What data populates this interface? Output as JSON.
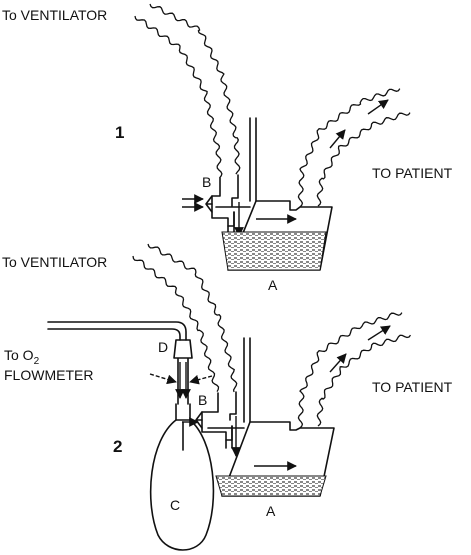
{
  "panel1": {
    "number": "1",
    "to_ventilator": "To VENTILATOR",
    "to_patient": "TO PATIENT",
    "valve_label": "B",
    "reservoir_label": "A"
  },
  "panel2": {
    "number": "2",
    "to_ventilator": "To VENTILATOR",
    "to_patient": "TO PATIENT",
    "to_o2_prefix": "To O",
    "o2_subscript": "2",
    "flowmeter": "FLOWMETER",
    "fitting_label": "D",
    "valve_label": "B",
    "bag_label": "C",
    "reservoir_label": "A"
  }
}
